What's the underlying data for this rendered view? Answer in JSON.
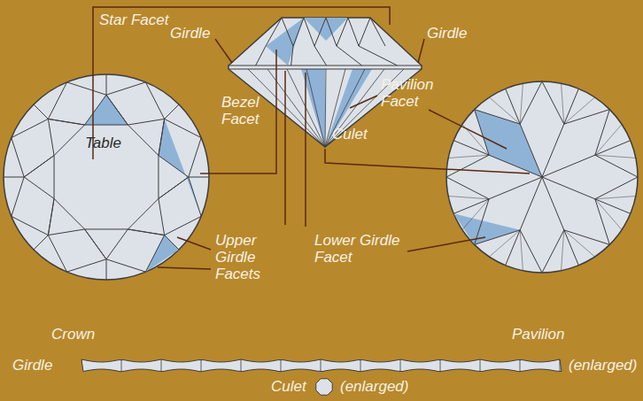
{
  "diagram": {
    "labels": [
      "Star Facet",
      "Girdle",
      "Girdle",
      "Bezel Facet",
      "Pavilion Facet",
      "Table",
      "Culet",
      "Upper Girdle Facets",
      "Lower Girdle Facet",
      "Crown",
      "Pavilion",
      "Girdle",
      "(enlarged)",
      "Culet",
      "(enlarged)"
    ]
  }
}
